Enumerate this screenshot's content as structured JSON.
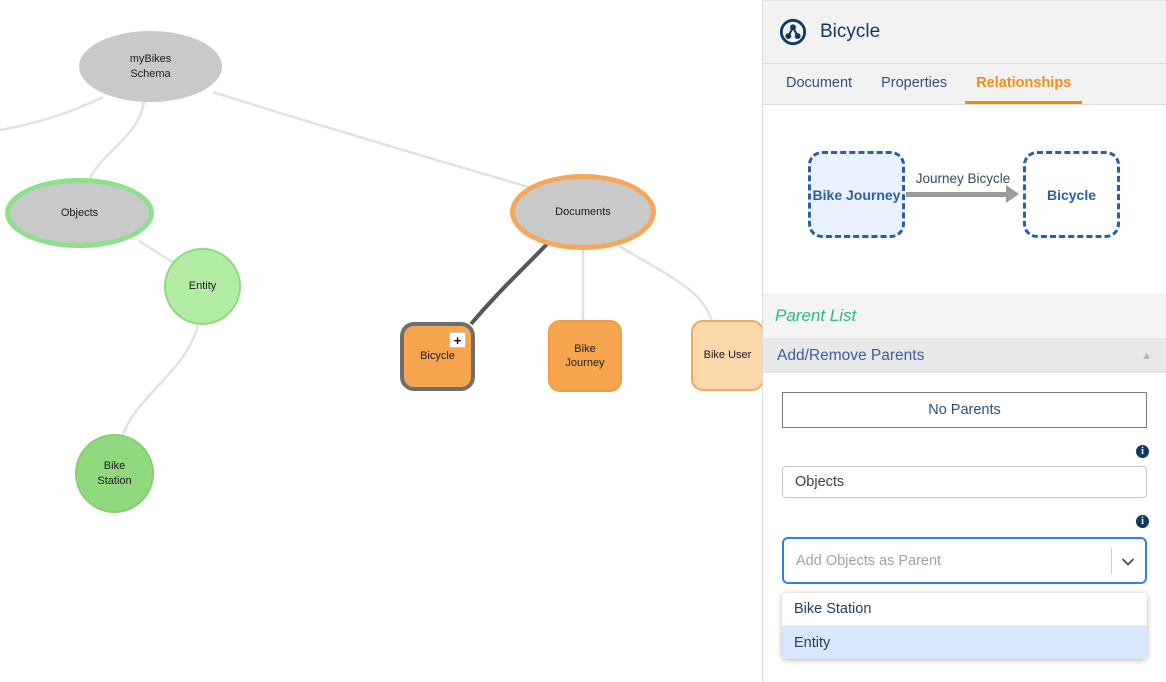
{
  "canvas": {
    "nodes": {
      "schema": {
        "label": "myBikes Schema"
      },
      "objects": {
        "label": "Objects"
      },
      "entity": {
        "label": "Entity"
      },
      "documents": {
        "label": "Documents"
      },
      "bicycle": {
        "label": "Bicycle",
        "badge": "+"
      },
      "bike_journey": {
        "label": "Bike Journey"
      },
      "bike_user": {
        "label": "Bike User"
      },
      "bike_station": {
        "label": "Bike Station"
      }
    }
  },
  "panel": {
    "title": "Bicycle",
    "tabs": [
      {
        "label": "Document"
      },
      {
        "label": "Properties"
      },
      {
        "label": "Relationships"
      }
    ],
    "relationship": {
      "source": "Bike Journey",
      "label": "Journey Bicycle",
      "target": "Bicycle"
    },
    "parent_list": {
      "heading": "Parent List",
      "accordion_title": "Add/Remove Parents",
      "collapse_glyph": "▲",
      "empty_text": "No Parents",
      "current_parent": "Objects",
      "info_glyph": "i",
      "dropdown_placeholder": "Add Objects as Parent",
      "options": [
        {
          "label": "Bike Station",
          "selected": false
        },
        {
          "label": "Entity",
          "selected": true
        }
      ]
    }
  },
  "colors": {
    "accent_orange": "#f28c00",
    "node_orange": "#f7a64f",
    "node_orange_light": "#fbd8ab",
    "node_gray": "#c9c9c9",
    "node_green": "#90d97e",
    "node_green_light": "#b3eca5",
    "green_heading": "#2eba7d",
    "link_blue": "#3a5fa5",
    "dashed_box_blue": "#2b5fa3",
    "dropdown_focus_blue": "#2f80ed",
    "selected_option_bg": "#d8e7fc",
    "dark_edge": "#575757",
    "light_edge": "#e1e1e1"
  }
}
